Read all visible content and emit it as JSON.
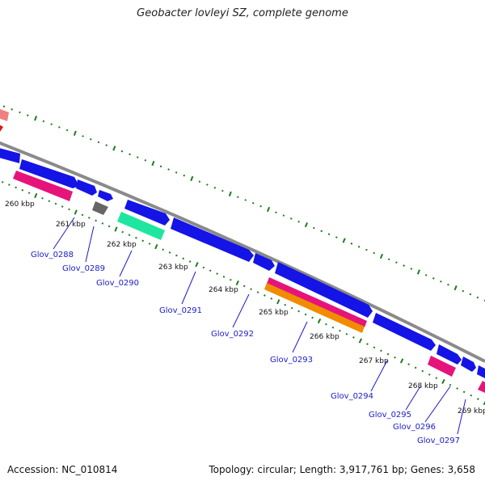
{
  "title": "Geobacter lovleyi SZ, complete genome",
  "accession": "Accession: NC_010814",
  "summary": "Topology: circular; Length: 3,917,761 bp; Genes: 3,658",
  "colors": {
    "backbone": "#8a8a8a",
    "tick": "#1f7a1f",
    "blue_gene": "#1414e6",
    "magenta_gene": "#e6147a",
    "orange_gene": "#f08c00",
    "teal_gene": "#1ee6a0",
    "gray_gene": "#666666",
    "red_gene": "#e61414",
    "pink_gene": "#f08080",
    "label": "#1a1acc"
  },
  "kbp_labels": [
    "260 kbp",
    "261 kbp",
    "262 kbp",
    "263 kbp",
    "264 kbp",
    "265 kbp",
    "266 kbp",
    "267 kbp",
    "268 kbp",
    "269 kbp"
  ],
  "gene_labels": [
    "Glov_0288",
    "Glov_0289",
    "Glov_0290",
    "Glov_0291",
    "Glov_0292",
    "Glov_0293",
    "Glov_0294",
    "Glov_0295",
    "Glov_0296",
    "Glov_0297"
  ]
}
